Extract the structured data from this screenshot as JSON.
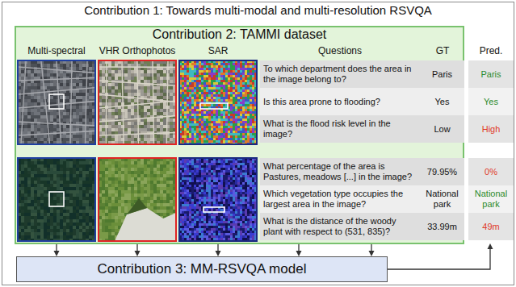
{
  "diagram": {
    "nodes": [
      {
        "text": [
          "Contribution 1: Towards multi-modal and multi-resolution RSVQA"
        ]
      },
      {
        "text": [
          "Contribution 2: TAMMI dataset"
        ],
        "in": 0
      },
      {
        "text": [
          "Contribution 3: MM-RSVQA model"
        ],
        "in": 0
      }
    ],
    "edges": [
      {
        "from": 1,
        "to": 2,
        "arrow": "to"
      },
      {
        "from": 1,
        "to": 2,
        "arrow": "to"
      },
      {
        "from": 1,
        "to": 2,
        "arrow": "to"
      },
      {
        "from": 1,
        "to": 2,
        "arrow": "to"
      },
      {
        "from": 1,
        "to": 2,
        "arrow": "to"
      }
    ],
    "labels": [
      "Multi-spectral",
      "VHR Orthophotos",
      "SAR",
      "Questions",
      "GT",
      "Pred.",
      "To which department does the area in the image belong to?",
      "Paris",
      "Paris",
      "Is this area prone to flooding?",
      "Yes",
      "Yes",
      "What is the flood risk level in the image?",
      "Low",
      "High",
      "What percentage of the area is Pastures, meadows [...] in the image?",
      "79.95%",
      "0%",
      "Which vegetation type occupies the largest area in the image?",
      "National park",
      "National park",
      "What is the distance of the woody plant with respect to (531, 835)?",
      "33.99m",
      "49m"
    ]
  }
}
